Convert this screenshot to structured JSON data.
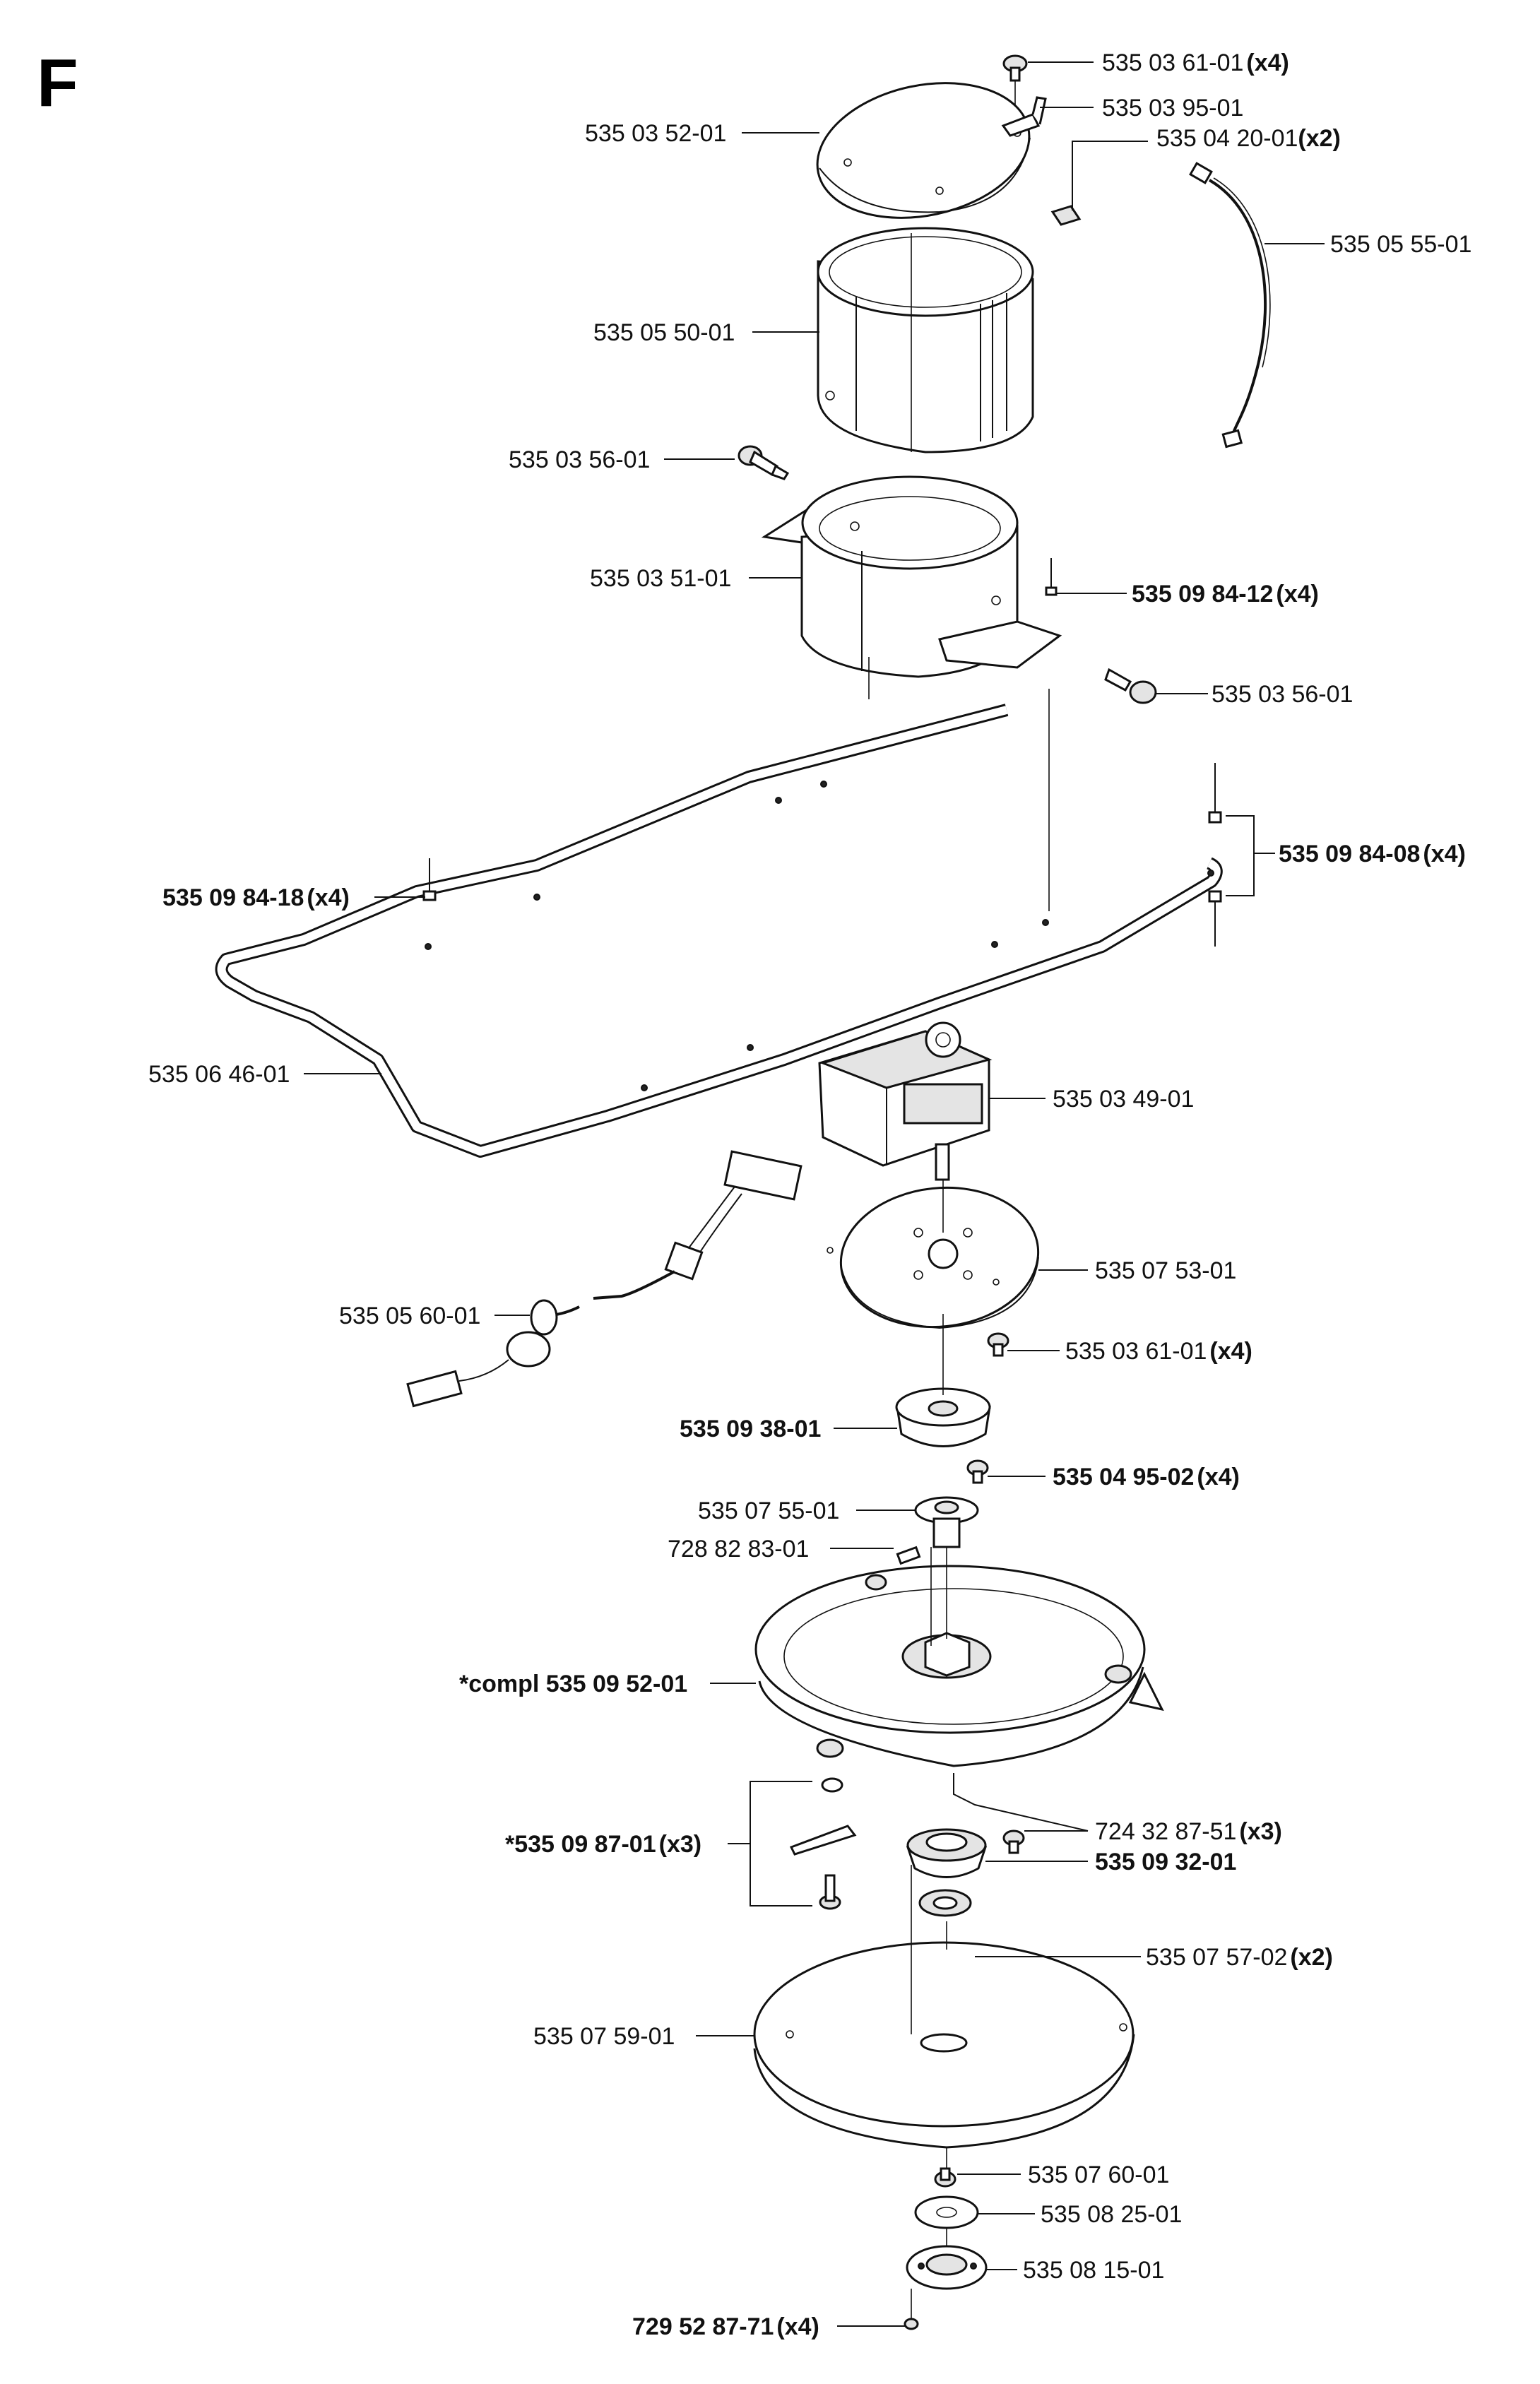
{
  "section_letter": "F",
  "callouts": [
    {
      "id": "c01",
      "number": "535 03 61-01",
      "qty": "(x4)"
    },
    {
      "id": "c02",
      "number": "535 03 95-01",
      "qty": ""
    },
    {
      "id": "c03",
      "number": "535 03 52-01",
      "qty": ""
    },
    {
      "id": "c04",
      "number": "535 04 20-01",
      "qty": "(x2)"
    },
    {
      "id": "c05",
      "number": "535 05 55-01",
      "qty": ""
    },
    {
      "id": "c06",
      "number": "535 05 50-01",
      "qty": ""
    },
    {
      "id": "c07",
      "number": "535 03 56-01",
      "qty": ""
    },
    {
      "id": "c08",
      "number": "535 03 51-01",
      "qty": ""
    },
    {
      "id": "c09",
      "number": "535 09 84-12",
      "qty": "(x4)"
    },
    {
      "id": "c10",
      "number": "535 03 56-01",
      "qty": ""
    },
    {
      "id": "c11",
      "number": "535 09 84-08",
      "qty": "(x4)"
    },
    {
      "id": "c12",
      "number": "535 09 84-18",
      "qty": "(x4)"
    },
    {
      "id": "c13",
      "number": "535 06 46-01",
      "qty": ""
    },
    {
      "id": "c14",
      "number": "535 03 49-01",
      "qty": ""
    },
    {
      "id": "c15",
      "number": "535 07 53-01",
      "qty": ""
    },
    {
      "id": "c16",
      "number": "535 05 60-01",
      "qty": ""
    },
    {
      "id": "c17",
      "number": "535 03 61-01",
      "qty": "(x4)"
    },
    {
      "id": "c18",
      "number": "535 09 38-01",
      "qty": ""
    },
    {
      "id": "c19",
      "number": "535 04 95-02",
      "qty": "(x4)"
    },
    {
      "id": "c20",
      "number": "535 07 55-01",
      "qty": ""
    },
    {
      "id": "c21",
      "number": "728 82 83-01",
      "qty": ""
    },
    {
      "id": "c22",
      "number": "*compl 535 09 52-01",
      "qty": ""
    },
    {
      "id": "c23",
      "number": "724 32 87-51",
      "qty": "(x3)"
    },
    {
      "id": "c24",
      "number": "*535 09 87-01",
      "qty": "(x3)"
    },
    {
      "id": "c25",
      "number": "535 09 32-01",
      "qty": ""
    },
    {
      "id": "c26",
      "number": "535 07 57-02",
      "qty": "(x2)"
    },
    {
      "id": "c27",
      "number": "535 07 59-01",
      "qty": ""
    },
    {
      "id": "c28",
      "number": "535 07 60-01",
      "qty": ""
    },
    {
      "id": "c29",
      "number": "535 08 25-01",
      "qty": ""
    },
    {
      "id": "c30",
      "number": "535 08 15-01",
      "qty": ""
    },
    {
      "id": "c31",
      "number": "729 52 87-71",
      "qty": "(x4)"
    }
  ]
}
